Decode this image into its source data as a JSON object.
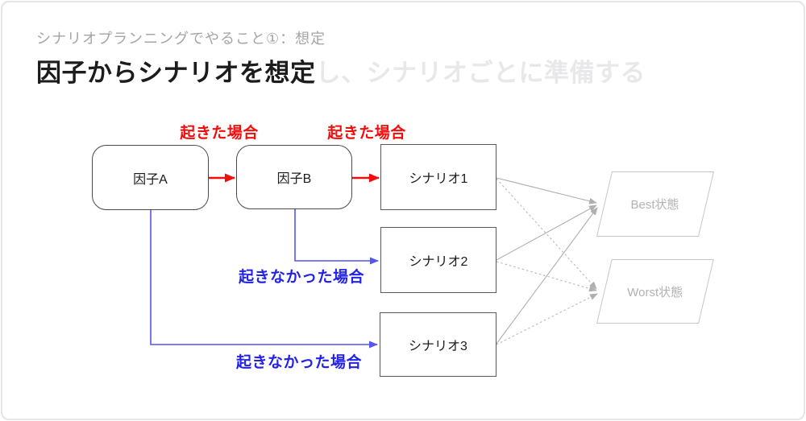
{
  "slide": {
    "kicker": "シナリオプランニングでやること①：想定",
    "title_emphasis": "因子からシナリオを想定",
    "title_rest": "し、シナリオごとに準備する"
  },
  "diagram": {
    "factor_a": "因子A",
    "factor_b": "因子B",
    "scenario_1": "シナリオ1",
    "scenario_2": "シナリオ2",
    "scenario_3": "シナリオ3",
    "best_state": "Best状態",
    "worst_state": "Worst状態",
    "edge_labels": {
      "occurred_a": "起きた場合",
      "occurred_b": "起きた場合",
      "not_occurred_b": "起きなかった場合",
      "not_occurred_a": "起きなかった場合"
    }
  },
  "colors": {
    "occurred_red": "#f20d0d",
    "not_occurred_blue": "#2222e8",
    "blue_line": "#5555f0",
    "connector_gray": "#b0b0b0",
    "box_border": "#4a4a4a",
    "muted_shape_border": "#c5c5c5",
    "muted_text": "#b2b2b2",
    "ghost_title": "#e8e8ea",
    "kicker_gray": "#a5a5a5"
  }
}
